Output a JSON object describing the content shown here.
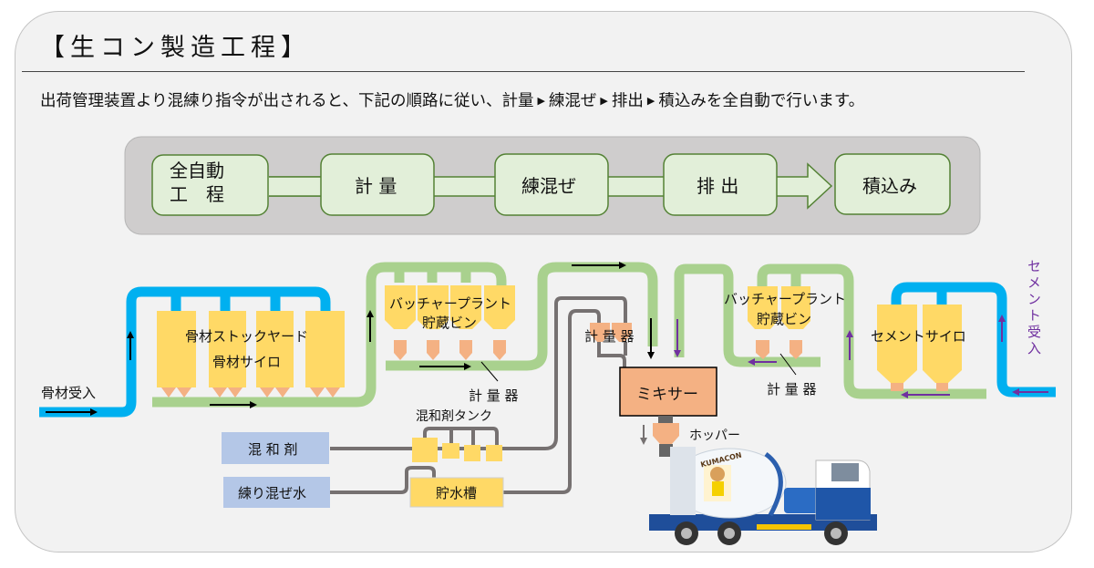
{
  "header": {
    "title": "【生コン製造工程】",
    "intro_parts": [
      "出荷管理装置より混練り指令が出されると、下記の順路に従い、計量",
      "練混ぜ",
      "排出",
      "積込みを全自動で行います。"
    ],
    "separator_glyph": "▶"
  },
  "flow": {
    "steps": [
      {
        "label_line1": "全自動",
        "label_line2": "工　程"
      },
      {
        "label_line1": "計 量"
      },
      {
        "label_line1": "練混ぜ"
      },
      {
        "label_line1": "排 出"
      },
      {
        "label_line1": "積込み"
      }
    ]
  },
  "plant": {
    "aggregate_intake": "骨材受入",
    "aggregate_yard_line1": "骨材ストックヤード",
    "aggregate_yard_line2": "骨材サイロ",
    "batcher_bin_left_line1": "バッチャープラント",
    "batcher_bin_left_line2": "貯蔵ビン",
    "scale_left": "計 量 器",
    "scale_center": "計 量 器",
    "mixer": "ミキサー",
    "hopper": "ホッパー",
    "batcher_bin_right_line1": "バッチャープラント",
    "batcher_bin_right_line2": "貯蔵ビン",
    "scale_right": "計 量 器",
    "cement_silo": "セメントサイロ",
    "cement_intake": "セメント受入",
    "admixture_tank": "混和剤タンク",
    "admixture": "混 和 剤",
    "mixing_water": "練り混ぜ水",
    "water_tank": "貯水槽",
    "truck_logo": "KUMACON"
  },
  "colors": {
    "panel_bg": "#f2f2f2",
    "flow_box_bg": "#cfcdcd",
    "step_fill": "#e2efd9",
    "step_stroke": "#548235",
    "conveyor_blue": "#00b0f0",
    "conveyor_green": "#a9d18e",
    "silo_yellow": "#ffd966",
    "gate_orange": "#f4b183",
    "pipe_gray": "#767171",
    "source_blue": "#b4c7e7",
    "cement_arrow": "#7030a0"
  }
}
